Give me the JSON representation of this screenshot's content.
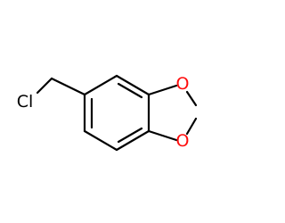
{
  "molecule": {
    "atoms": {
      "chlorine": {
        "label": "Cl",
        "color": "#000000"
      },
      "oxygen_top": {
        "label": "O",
        "color": "#ff0d0d"
      },
      "oxygen_bottom": {
        "label": "O",
        "color": "#ff0d0d"
      }
    }
  }
}
